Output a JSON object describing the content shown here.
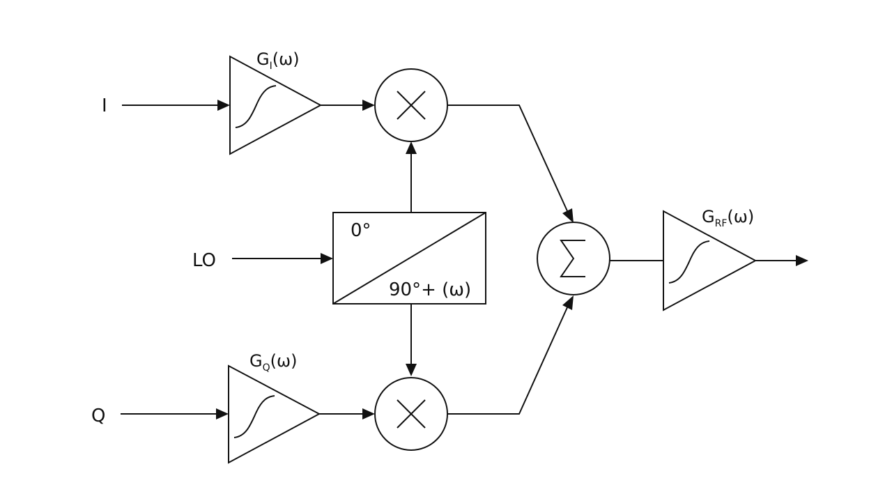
{
  "inputs": {
    "i": "I",
    "lo": "LO",
    "q": "Q"
  },
  "amplifiers": {
    "gi": {
      "base": "G",
      "subscript": "I",
      "suffix": "(ω)"
    },
    "gq": {
      "base": "G",
      "subscript": "Q",
      "suffix": "(ω)"
    },
    "grf": {
      "base": "G",
      "subscript": "RF",
      "suffix": "(ω)"
    }
  },
  "phase_splitter": {
    "top": "0°",
    "bottom": "90°+ (ω)"
  },
  "symbols": {
    "mixer": "mixer-multiply-icon",
    "summer": "summation-sigma-icon"
  }
}
